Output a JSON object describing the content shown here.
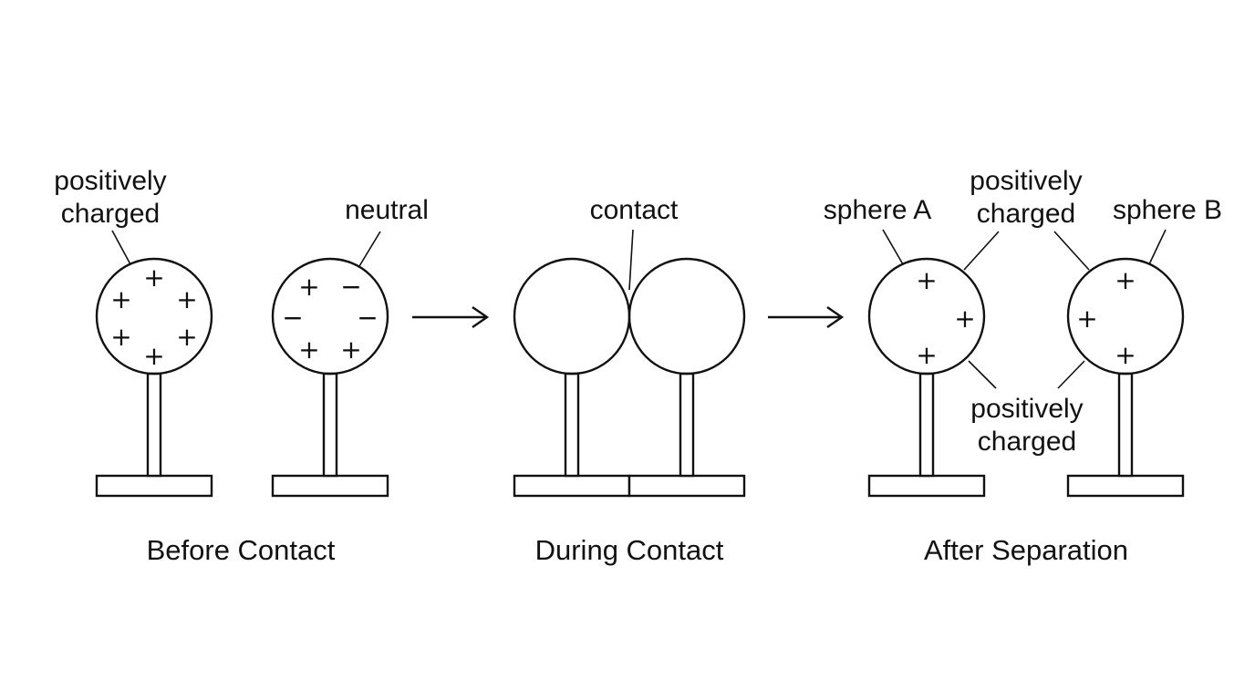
{
  "labels": {
    "positively": "positively",
    "charged": "charged",
    "neutral": "neutral",
    "contact": "contact",
    "sphere_a": "sphere A",
    "sphere_b": "sphere B"
  },
  "captions": {
    "before": "Before Contact",
    "during": "During Contact",
    "after": "After Separation"
  },
  "symbols": {
    "plus": "+",
    "minus": "−"
  },
  "colors": {
    "ink": "#111111",
    "background": "#ffffff"
  }
}
